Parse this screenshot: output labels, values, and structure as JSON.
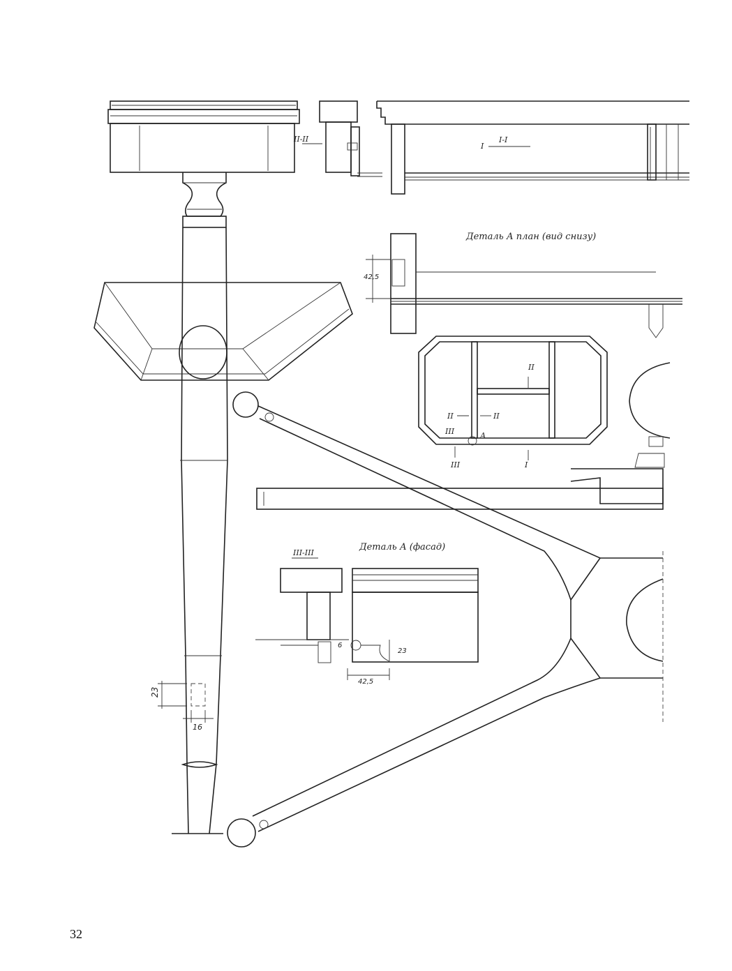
{
  "page_number": "32",
  "captions": {
    "detail_a_plan": "Деталь А план (вид снизу)",
    "detail_a_facade": "Деталь А (фасад)"
  },
  "section_labels": {
    "top_section": "II-II",
    "section_1": "I-I",
    "i_mark": "I",
    "section_3": "III-III",
    "ii_center": "II",
    "ii_left": "II",
    "ii_right": "II",
    "iii_left": "III",
    "iii_bottom": "III",
    "a_mark": "А",
    "i_bottom": "I"
  },
  "dimensions": {
    "d425_top": "42,5",
    "d23_right": "23",
    "d425_bottom": "42,5",
    "d6": "6",
    "d23_leg": "23",
    "d16_leg": "16"
  }
}
